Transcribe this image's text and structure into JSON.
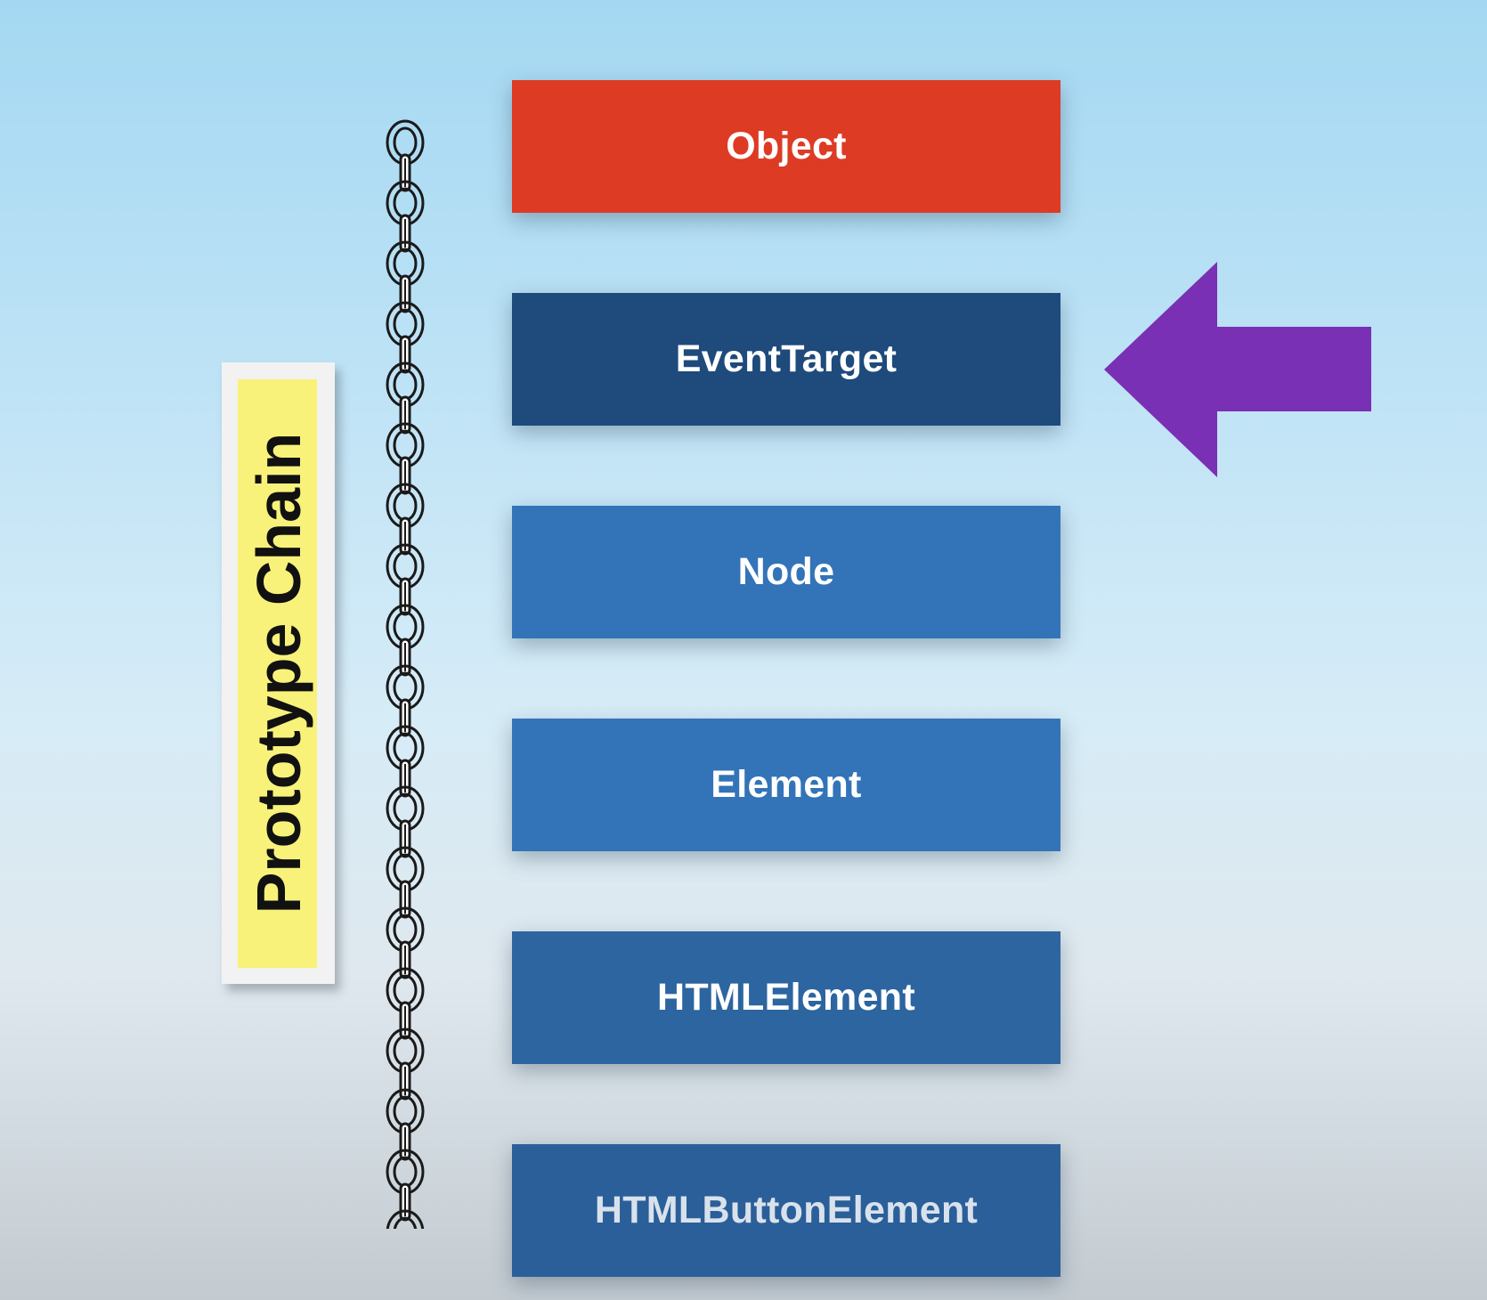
{
  "side_label": "Prototype Chain",
  "boxes": [
    {
      "label": "Object",
      "color": "#dd3b24"
    },
    {
      "label": "EventTarget",
      "color": "#1e4a7c"
    },
    {
      "label": "Node",
      "color": "#3374b8"
    },
    {
      "label": "Element",
      "color": "#3374b8"
    },
    {
      "label": "HTMLElement",
      "color": "#2c65a0"
    },
    {
      "label": "HTMLButtonElement",
      "color": "#2a5f99"
    }
  ],
  "pointer": {
    "icon": "left-arrow-icon",
    "target": "EventTarget",
    "color": "#7a30b4"
  },
  "chain_icon": "chain-icon",
  "colors": {
    "tag_paper": "#f2f2f2",
    "tag_highlight": "#f8f27a"
  }
}
